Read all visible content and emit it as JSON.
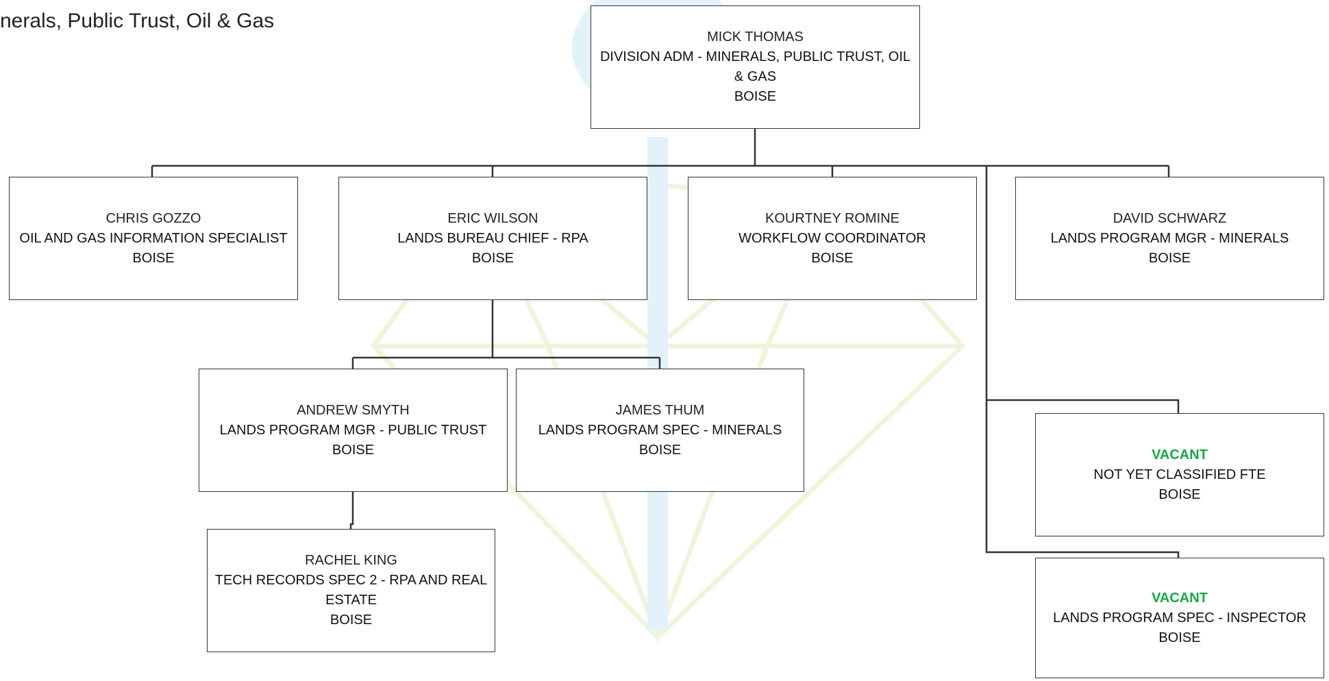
{
  "page": {
    "title": "nerals, Public Trust, Oil & Gas"
  },
  "positions": [
    {
      "name": "MICK THOMAS",
      "title": "DIVISION ADM - MINERALS, PUBLIC TRUST, OIL & GAS",
      "location": "BOISE"
    },
    {
      "name": "CHRIS GOZZO",
      "title": "OIL AND GAS INFORMATION SPECIALIST",
      "location": "BOISE"
    },
    {
      "name": "ERIC WILSON",
      "title": "LANDS BUREAU CHIEF - RPA",
      "location": "BOISE"
    },
    {
      "name": "KOURTNEY ROMINE",
      "title": "WORKFLOW COORDINATOR",
      "location": "BOISE"
    },
    {
      "name": "DAVID SCHWARZ",
      "title": "LANDS PROGRAM MGR - MINERALS",
      "location": "BOISE"
    },
    {
      "name": "ANDREW SMYTH",
      "title": "LANDS PROGRAM MGR - PUBLIC TRUST",
      "location": "BOISE"
    },
    {
      "name": "JAMES THUM",
      "title": "LANDS PROGRAM SPEC - MINERALS",
      "location": "BOISE"
    },
    {
      "name": "RACHEL KING",
      "title": "TECH RECORDS SPEC 2 - RPA AND REAL ESTATE",
      "location": "BOISE"
    },
    {
      "name": "VACANT",
      "title": "NOT YET CLASSIFIED FTE",
      "location": "BOISE"
    },
    {
      "name": "VACANT",
      "title": "LANDS PROGRAM SPEC - INSPECTOR",
      "location": "BOISE"
    }
  ],
  "colors": {
    "vacant": "#1fa34a",
    "connector": "#333333",
    "watermark_green": "#eef5dc",
    "watermark_blue": "#e3f1fa"
  }
}
